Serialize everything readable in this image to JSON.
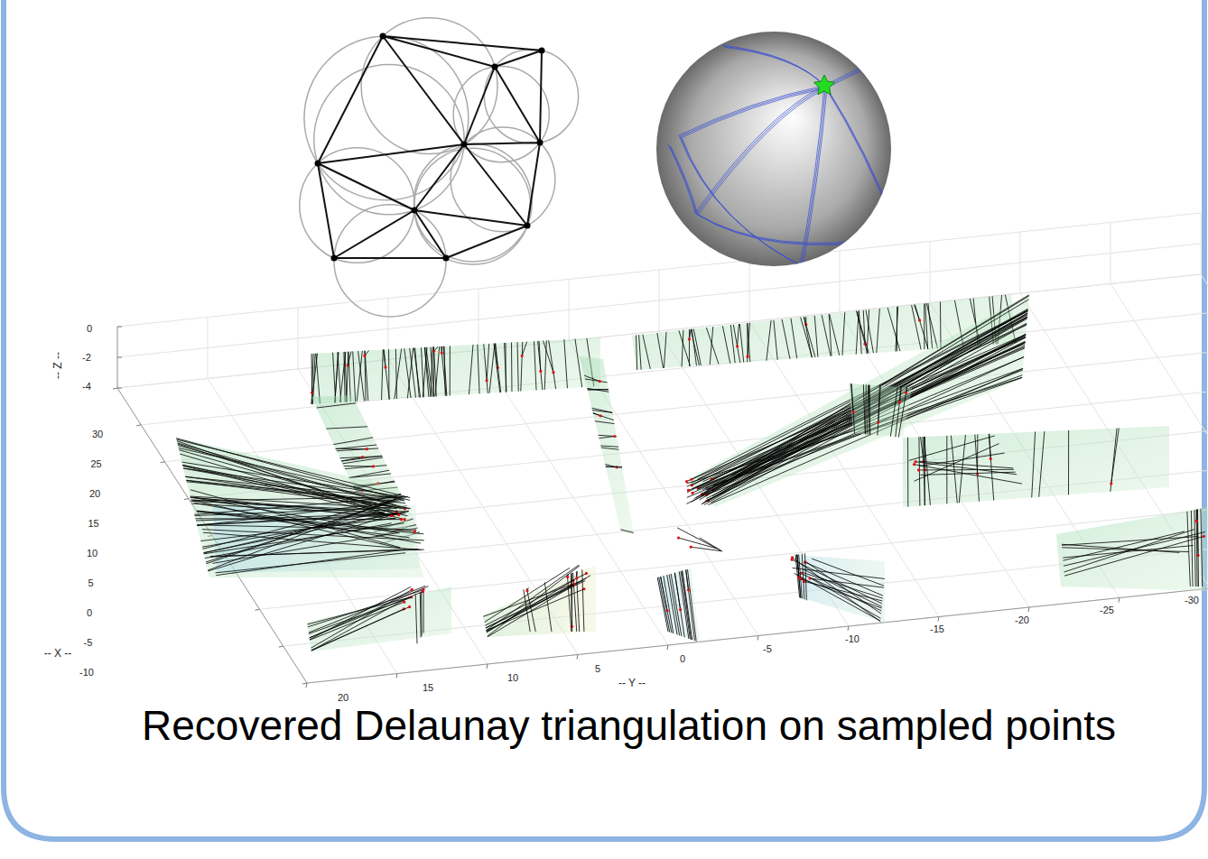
{
  "diagram": {
    "caption": "Recovered Delaunay triangulation on sampled points",
    "labels": [
      "0",
      "-2",
      "-4",
      "-- Z --",
      "30",
      "25",
      "20",
      "15",
      "10",
      "5",
      "0",
      "-5",
      "-10",
      "-- X --",
      "20",
      "15",
      "10",
      "5",
      "0",
      "-5",
      "-10",
      "-15",
      "-20",
      "-25",
      "-30",
      "-- Y --"
    ]
  }
}
